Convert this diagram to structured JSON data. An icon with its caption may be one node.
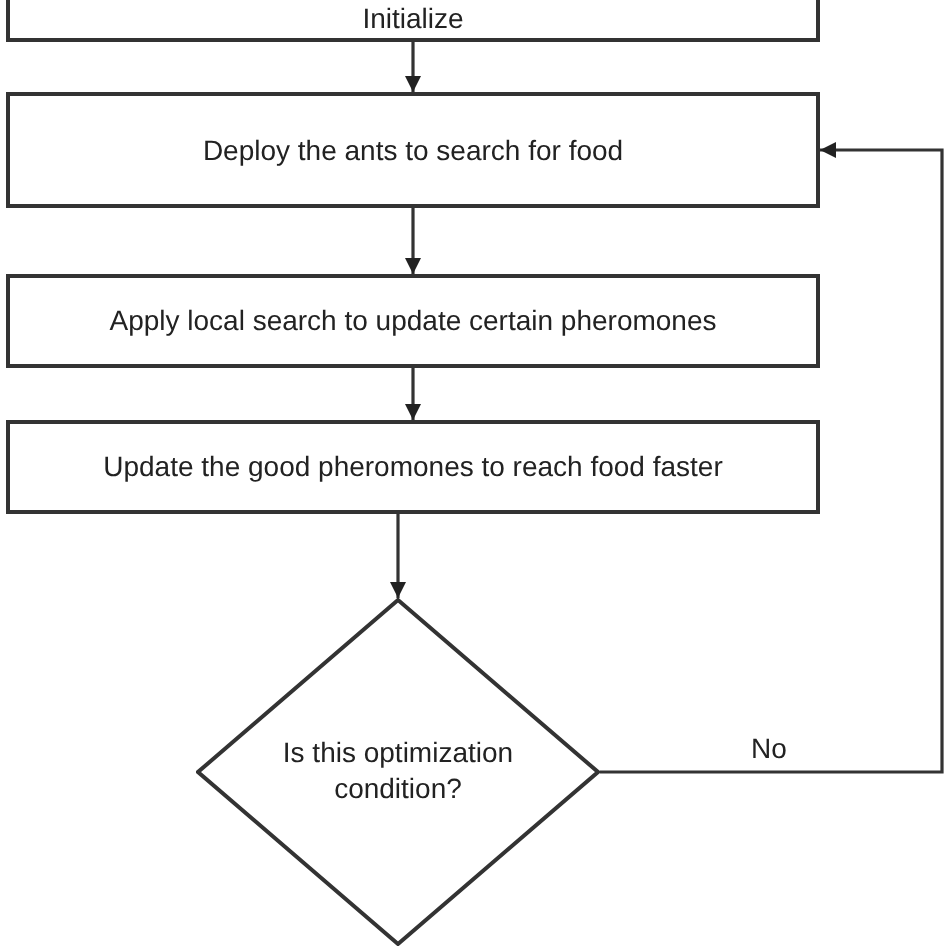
{
  "diagram": {
    "nodes": [
      {
        "text": [
          "Initialize"
        ]
      },
      {
        "text": [
          "Deploy the ants to search for food"
        ]
      },
      {
        "text": [
          "Apply local search to update certain pheromones"
        ]
      },
      {
        "text": [
          "Update the good pheromones to reach food faster"
        ]
      },
      {
        "text": [
          "Is this optimization condition?"
        ]
      }
    ],
    "edges": [
      {
        "from": 0,
        "to": 1,
        "arrow": "to"
      },
      {
        "from": 1,
        "to": 2,
        "arrow": "to"
      },
      {
        "from": 2,
        "to": 3,
        "arrow": "to"
      },
      {
        "from": 3,
        "to": 4,
        "arrow": "to"
      },
      {
        "from": 4,
        "to": 1,
        "arrow": "to",
        "label": "No"
      }
    ]
  }
}
